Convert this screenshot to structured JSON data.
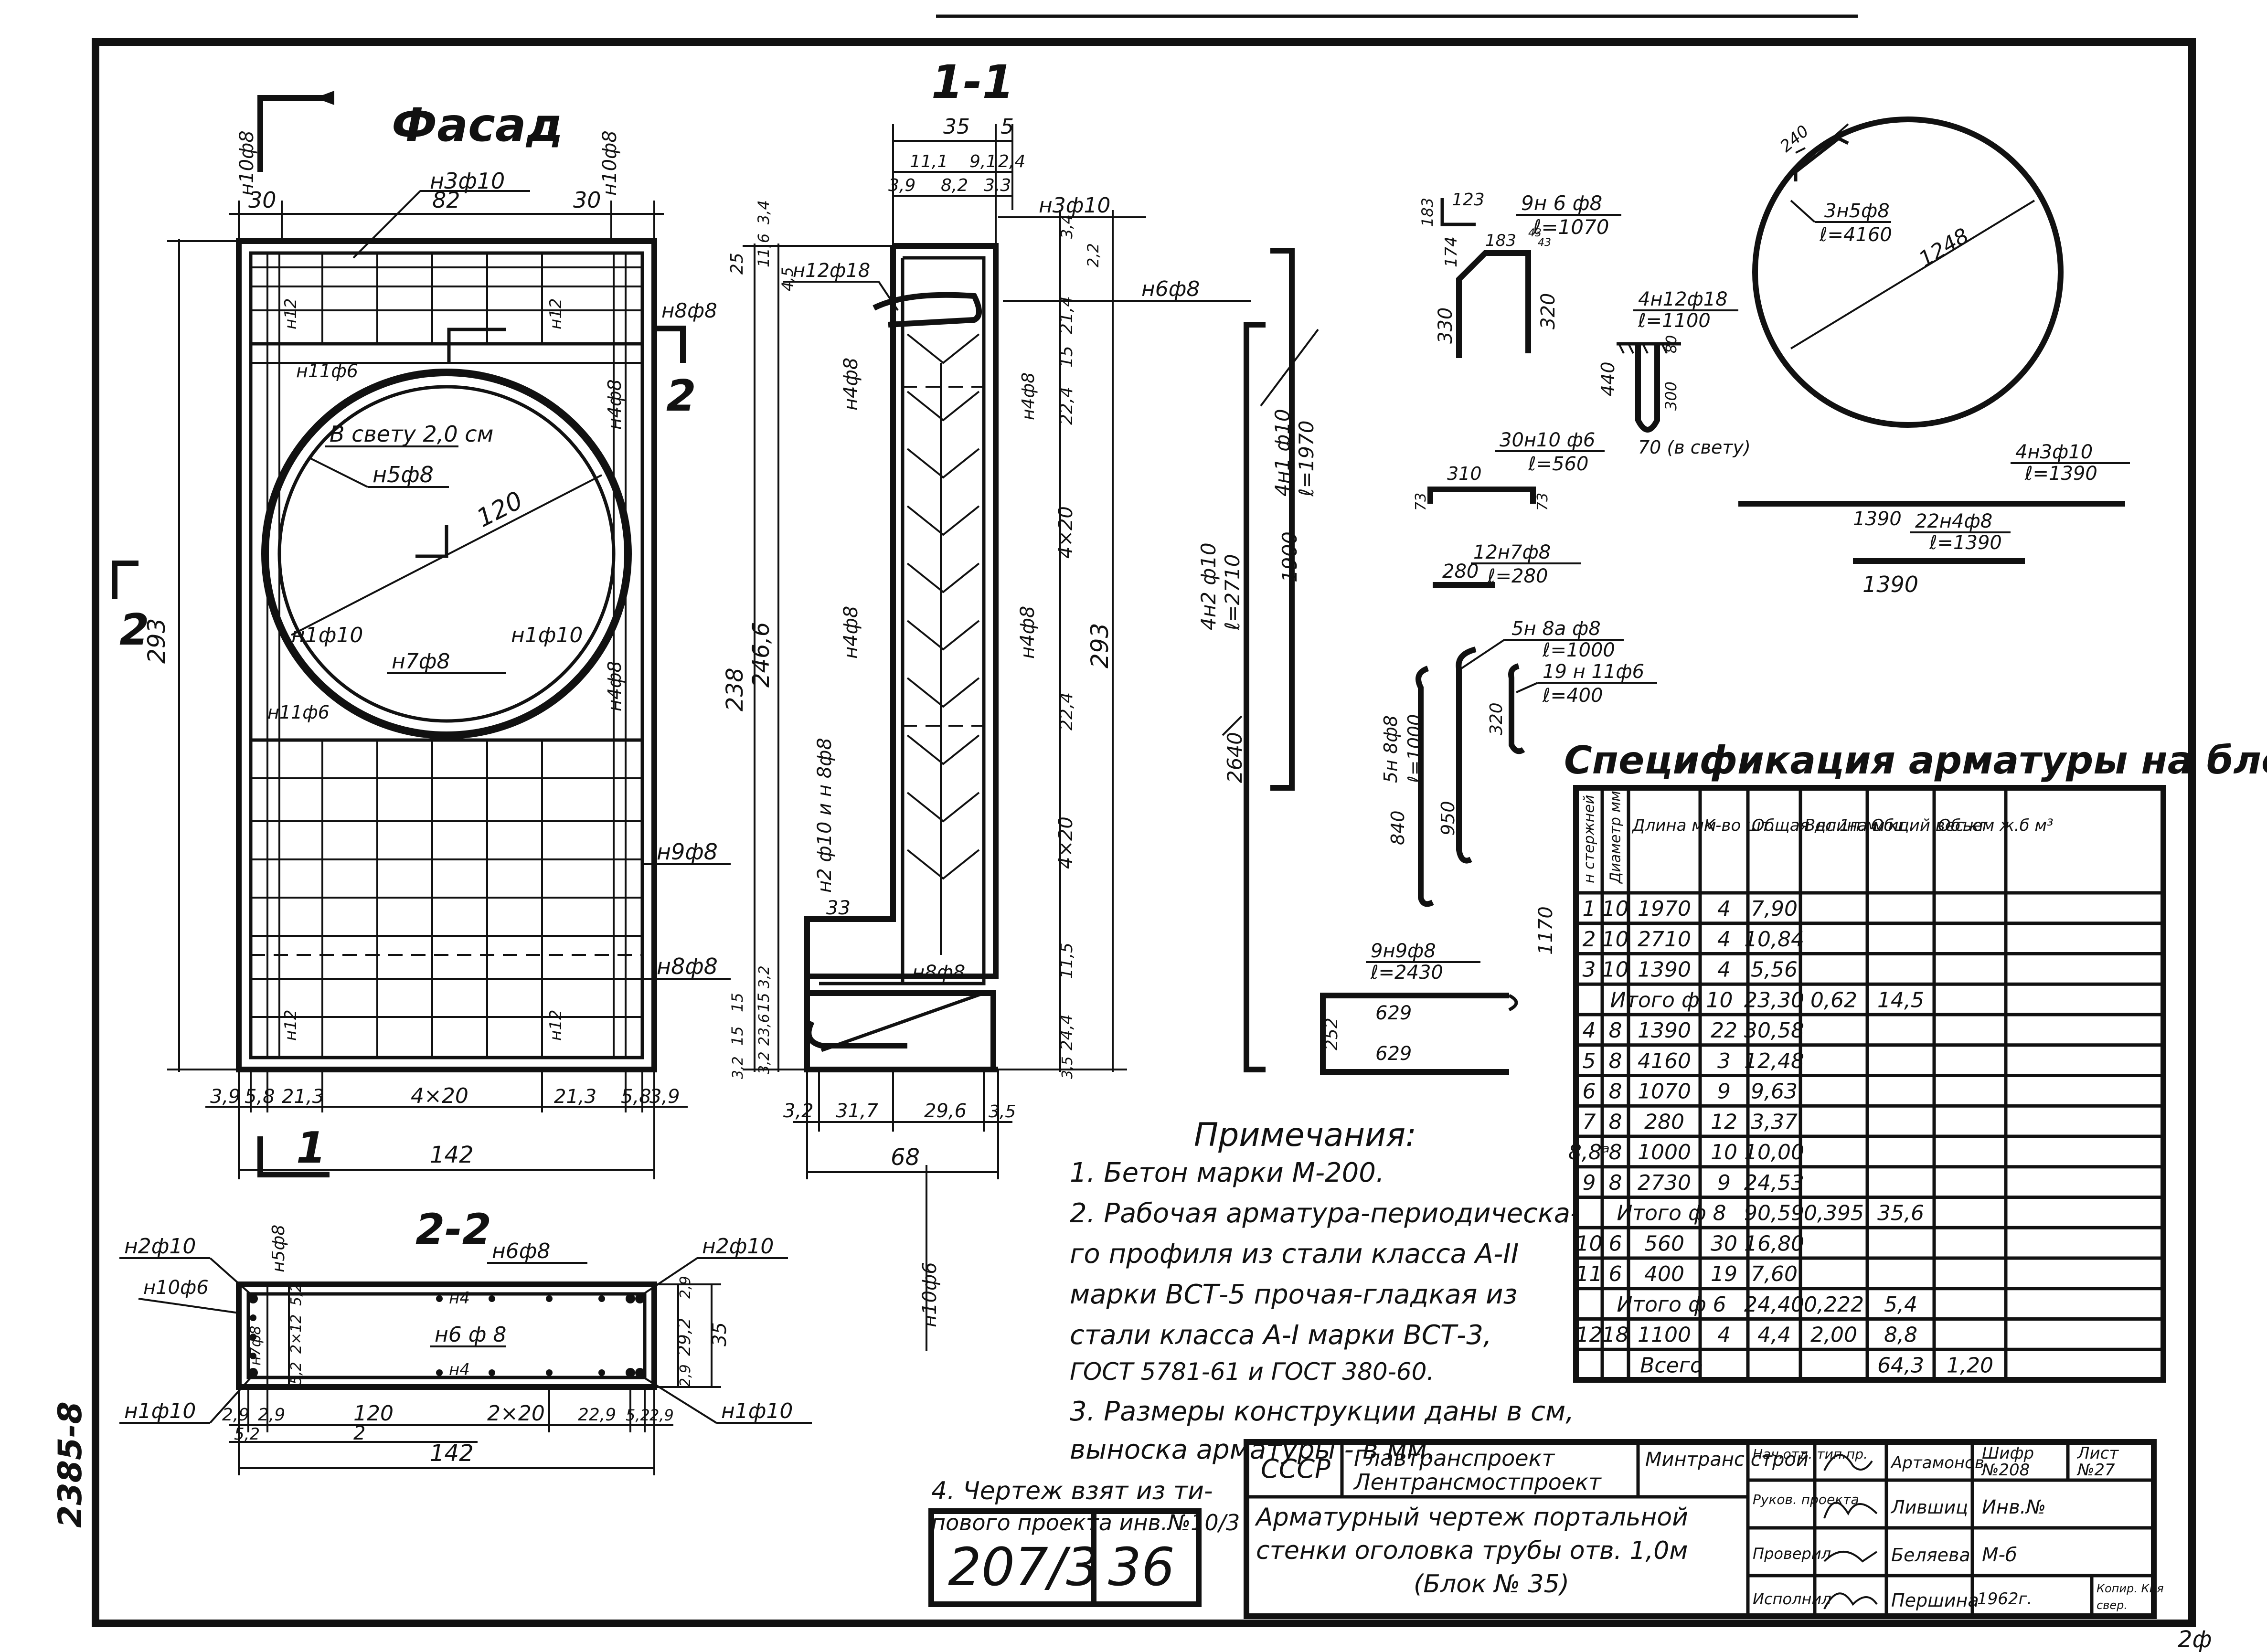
{
  "facade": {
    "title": "Фасад",
    "marks": [
      "н10ф8",
      "н10ф8",
      "н3ф10",
      "н8ф8",
      "н11ф6",
      "В свету 2,0 см",
      "н5ф8",
      "н4ф8",
      "н1ф10",
      "н1ф10",
      "н7ф8",
      "н11ф6",
      "н4ф8",
      "н9ф8",
      "н8ф8",
      "н12",
      "н12",
      "н12",
      "н12"
    ],
    "dims_top": [
      "30",
      "82",
      "30"
    ],
    "dims_bottom": [
      "3,9",
      "5,8",
      "21,3",
      "4×20",
      "21,3",
      "5,8",
      "3,9"
    ],
    "total_width": "142",
    "height": "293",
    "diameter": "120",
    "section_labels": [
      "2",
      "2",
      "1"
    ]
  },
  "section11": {
    "title": "1-1",
    "dims_top": [
      "35",
      "5",
      "11,1",
      "9,1",
      "2,4",
      "3,9",
      "8,2",
      "3,3"
    ],
    "marks": [
      "н3ф10",
      "н12ф18",
      "н6ф8",
      "н4ф8",
      "н4ф8",
      "н4ф8",
      "н4ф8",
      "н2 ф10 и н 8ф8",
      "н8ф8",
      "н10ф6"
    ],
    "dims_left": [
      "25",
      "11,6",
      "3,4",
      "4,5",
      "238",
      "246,6",
      "15",
      "15",
      "23,6",
      "3,2",
      "3,2",
      "15",
      "3,2"
    ],
    "dims_right": [
      "3,4",
      "2,2",
      "21,4",
      "15",
      "22,4",
      "4×20",
      "22,4",
      "4×20",
      "11,5",
      "24,4",
      "3,5",
      "293"
    ],
    "dims_bottom": [
      "3,2",
      "31,7",
      "29,6",
      "3,5"
    ],
    "total_width": "68",
    "inner_dim": "33"
  },
  "section22": {
    "title": "2-2",
    "marks": [
      "н2ф10",
      "н10ф6",
      "н5ф8",
      "н6ф8",
      "н2ф10",
      "н4",
      "н6 ф 8",
      "н4",
      "н1ф10",
      "н1ф10",
      "н7ф8"
    ],
    "dims_bottom": [
      "2,9",
      "2,9",
      "120",
      "2×20",
      "22,9",
      "5,2",
      "2,9"
    ],
    "dims_sub": [
      "5,2",
      "2"
    ],
    "total_width": "142",
    "dims_right": [
      "2,9",
      "29,2",
      "2,9",
      "35"
    ],
    "dims_left": [
      "5,2",
      "2×12",
      "5,2"
    ]
  },
  "bars": {
    "b4": {
      "label": "4н1 ф10",
      "len": "ℓ=1970",
      "dim": "1900"
    },
    "b2": {
      "label": "4н2 ф10",
      "len": "ℓ=2710",
      "dim": "2640"
    },
    "b9": {
      "label": "9н 6 ф8",
      "len": "ℓ=1070",
      "d1": "123",
      "d2": "183",
      "d3": "174",
      "d4": "183",
      "d5": "330",
      "d6": "320",
      "d7": "43",
      "d8": "43"
    },
    "b12": {
      "label": "4н12ф18",
      "len": "ℓ=1100",
      "d1": "440",
      "d2": "300",
      "d3": "80",
      "d4": "70 (в свету)"
    },
    "b10": {
      "label": "30н10 ф6",
      "len": "ℓ=560",
      "d1": "310",
      "d2": "73",
      "d3": "73"
    },
    "b7": {
      "label": "12н7ф8",
      "len": "ℓ=280",
      "d1": "280"
    },
    "b8": {
      "label": "5н 8ф8",
      "len": "ℓ=1000",
      "d1": "840",
      "d2": "950"
    },
    "b8a": {
      "label": "5н 8а ф8",
      "len": "ℓ=1000"
    },
    "b11": {
      "label": "19 н 11ф6",
      "len": "ℓ=400",
      "d1": "320"
    },
    "b99": {
      "label": "9н9ф8",
      "len": "ℓ=2430",
      "d1": "629",
      "d2": "629",
      "d3": "252",
      "d4": "1170"
    },
    "b5": {
      "label": "3н5ф8",
      "len": "ℓ=4160",
      "d1": "240",
      "d2": "1248"
    },
    "b3": {
      "label": "4н3ф10",
      "len": "ℓ=1390",
      "d1": "1390"
    },
    "b22": {
      "label": "22н4ф8",
      "len": "ℓ=1390",
      "d1": "1390"
    }
  },
  "spec": {
    "title": "Спецификация арматуры на блок",
    "headers": [
      "н стержней",
      "Диаметр мм",
      "Длина мм",
      "К-во шт.",
      "Общая длина м",
      "Вес 1п.м. кг",
      "Общий вес кг",
      "Объем ж.б м³"
    ],
    "rows": [
      [
        "1",
        "10",
        "1970",
        "4",
        "7,90",
        "",
        "",
        ""
      ],
      [
        "2",
        "10",
        "2710",
        "4",
        "10,84",
        "",
        "",
        ""
      ],
      [
        "3",
        "10",
        "1390",
        "4",
        "5,56",
        "",
        "",
        ""
      ],
      [
        "Итого   ф 10",
        "",
        "",
        "",
        "23,30",
        "0,62",
        "14,5",
        ""
      ],
      [
        "4",
        "8",
        "1390",
        "22",
        "30,58",
        "",
        "",
        ""
      ],
      [
        "5",
        "8",
        "4160",
        "3",
        "12,48",
        "",
        "",
        ""
      ],
      [
        "6",
        "8",
        "1070",
        "9",
        "9,63",
        "",
        "",
        ""
      ],
      [
        "7",
        "8",
        "280",
        "12",
        "3,37",
        "",
        "",
        ""
      ],
      [
        "8,8ᵃ",
        "8",
        "1000",
        "10",
        "10,00",
        "",
        "",
        ""
      ],
      [
        "9",
        "8",
        "2730",
        "9",
        "24,53",
        "",
        "",
        ""
      ],
      [
        "Итого  ф 8",
        "",
        "",
        "",
        "90,59",
        "0,395",
        "35,6",
        ""
      ],
      [
        "10",
        "6",
        "560",
        "30",
        "16,80",
        "",
        "",
        ""
      ],
      [
        "11",
        "6",
        "400",
        "19",
        "7,60",
        "",
        "",
        ""
      ],
      [
        "Итого  ф 6",
        "",
        "",
        "",
        "24,40",
        "0,222",
        "5,4",
        ""
      ],
      [
        "12",
        "18",
        "1100",
        "4",
        "4,4",
        "2,00",
        "8,8",
        ""
      ],
      [
        "Всего",
        "",
        "",
        "",
        "",
        "",
        "64,3",
        "1,20"
      ]
    ]
  },
  "notes": {
    "title": "Примечания:",
    "lines": [
      "1. Бетон марки  М-200.",
      "2. Рабочая арматура-периодическа-",
      "    го профиля из стали класса А-II",
      "    марки ВСТ-5 прочая-гладкая из",
      "    стали класса А-I  марки ВСТ-3,",
      "    ГОСТ 5781-61 и ГОСТ 380-60.",
      "3. Размеры конструкции даны в см,",
      "    выноска арматуры - в мм.",
      "4. Чертеж взят из ти-",
      "    пового проекта инв.№10/3"
    ]
  },
  "titleblock": {
    "org1": "СССР",
    "org2": "Главтранспроект",
    "org3": "Лентрансмостпроект",
    "org4": "Минтранс строй",
    "roles": [
      "Нач.отд. тип.пр.",
      "Руков. проекта",
      "Проверил",
      "Исполнил"
    ],
    "names": [
      "Артамонов",
      "Лившиц",
      "Беляева",
      "Першина"
    ],
    "cipher_label": "Шифр",
    "cipher": "№208",
    "sheet_label": "Лист",
    "sheet": "№27",
    "inv": "Инв.№",
    "scale": "М-б",
    "year": "1962г.",
    "copy": "Копир.  Кия",
    "verify": "свер.",
    "title_lines": [
      "Арматурный чертеж портальной",
      "стенки оголовка трубы отв. 1,0м",
      "(Блок № 35)"
    ],
    "code_left": "207/3",
    "code_right": "36"
  },
  "side_stamp": "2385-8",
  "page_corner": "2ф"
}
